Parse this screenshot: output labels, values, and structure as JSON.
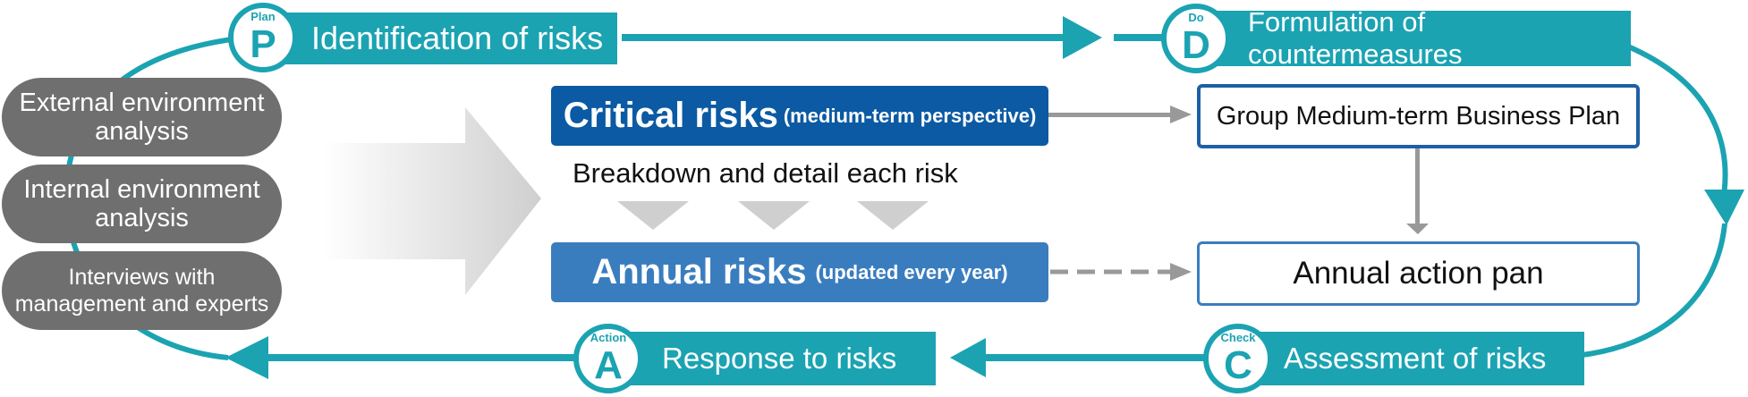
{
  "cycle": {
    "plan": {
      "tag": "Plan",
      "letter": "P",
      "label": "Identification of risks"
    },
    "do": {
      "tag": "Do",
      "letter": "D",
      "label": "Formulation of countermeasures"
    },
    "check": {
      "tag": "Check",
      "letter": "C",
      "label": "Assessment of risks"
    },
    "action": {
      "tag": "Action",
      "letter": "A",
      "label": "Response to risks"
    }
  },
  "inputs": [
    {
      "label": "External environment analysis"
    },
    {
      "label": "Internal environment analysis"
    },
    {
      "label": "Interviews with management and experts"
    }
  ],
  "critical_risks": {
    "label": "Critical risks",
    "note": "(medium-term perspective)"
  },
  "breakdown": {
    "label": "Breakdown and detail each risk"
  },
  "annual_risks": {
    "label": "Annual risks",
    "note": "(updated every year)"
  },
  "medium_term_plan": {
    "label": "Group Medium-term Business Plan"
  },
  "annual_plan": {
    "label": "Annual action pan"
  },
  "colors": {
    "teal": "#1ba3b2",
    "dark_blue": "#0b5aa3",
    "mid_blue": "#3a7dbf",
    "gray": "#6f6f6f"
  }
}
